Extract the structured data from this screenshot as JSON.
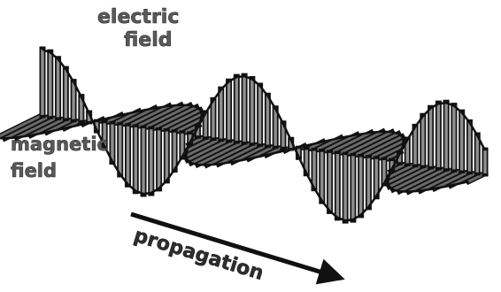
{
  "labels": {
    "electric_line1": "electric",
    "electric_line2": "field",
    "magnetic_line1": "magnetic",
    "magnetic_line2": "field",
    "propagation": "propagation"
  },
  "colors": {
    "electric": "#8e8e8e",
    "magnetic": "#6a6a6a",
    "outline": "#111111",
    "text": "#5a5a5a"
  }
}
